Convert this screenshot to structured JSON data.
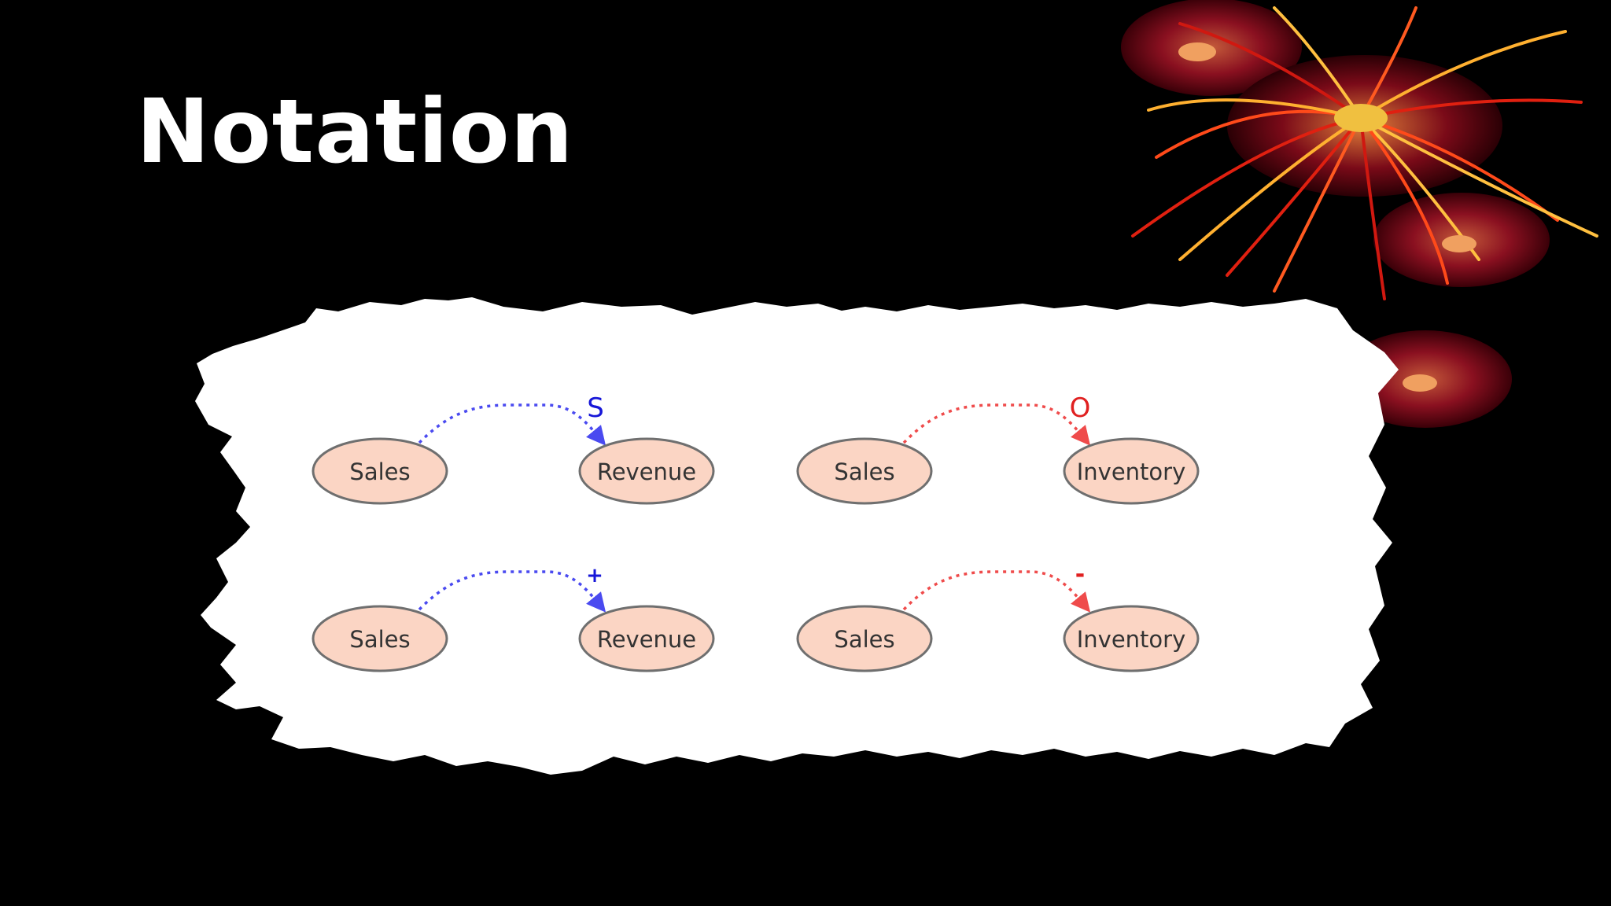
{
  "slide": {
    "title": "Notation"
  },
  "colors": {
    "background": "#000000",
    "title": "#ffffff",
    "paper": "#ffffff",
    "node_fill": "#fbd5c4",
    "node_stroke": "#6f6f6f",
    "positive_link": "#4a4af0",
    "negative_link": "#ef4b4b",
    "positive_label": "#1616d8",
    "negative_label": "#e02020"
  },
  "diagram": {
    "links": [
      {
        "from": "Sales",
        "to": "Revenue",
        "polarity": "S",
        "color": "blue"
      },
      {
        "from": "Sales",
        "to": "Inventory",
        "polarity": "O",
        "color": "red"
      },
      {
        "from": "Sales",
        "to": "Revenue",
        "polarity": "+",
        "color": "blue"
      },
      {
        "from": "Sales",
        "to": "Inventory",
        "polarity": "-",
        "color": "red"
      }
    ]
  }
}
